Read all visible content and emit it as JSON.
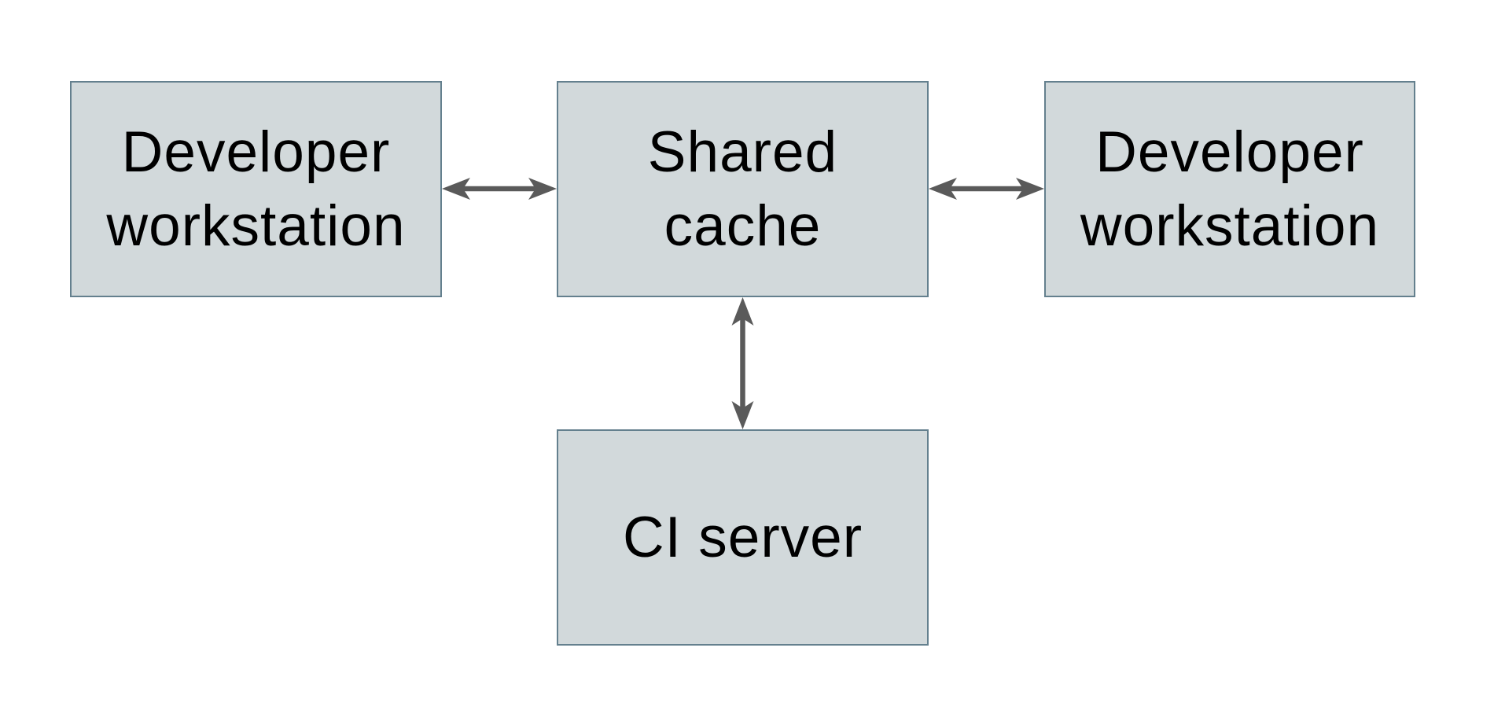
{
  "diagram": {
    "type": "architecture-diagram",
    "colors": {
      "canvas_bg": "#ffffff",
      "node_fill": "#d2d9db",
      "node_border": "#64808e",
      "arrow_color": "#5a5a5a",
      "text_color": "#000000"
    },
    "nodes": [
      {
        "id": "developer-workstation-left",
        "label": "Developer\nworkstation"
      },
      {
        "id": "shared-cache",
        "label": "Shared\ncache"
      },
      {
        "id": "developer-workstation-right",
        "label": "Developer\nworkstation"
      },
      {
        "id": "ci-server",
        "label": "CI server"
      }
    ],
    "edges": [
      {
        "id": "devleft-sharedcache",
        "between": [
          "developer-workstation-left",
          "shared-cache"
        ],
        "direction": "bidirectional"
      },
      {
        "id": "sharedcache-devright",
        "between": [
          "shared-cache",
          "developer-workstation-right"
        ],
        "direction": "bidirectional"
      },
      {
        "id": "sharedcache-ciserver",
        "between": [
          "shared-cache",
          "ci-server"
        ],
        "direction": "bidirectional"
      }
    ]
  }
}
